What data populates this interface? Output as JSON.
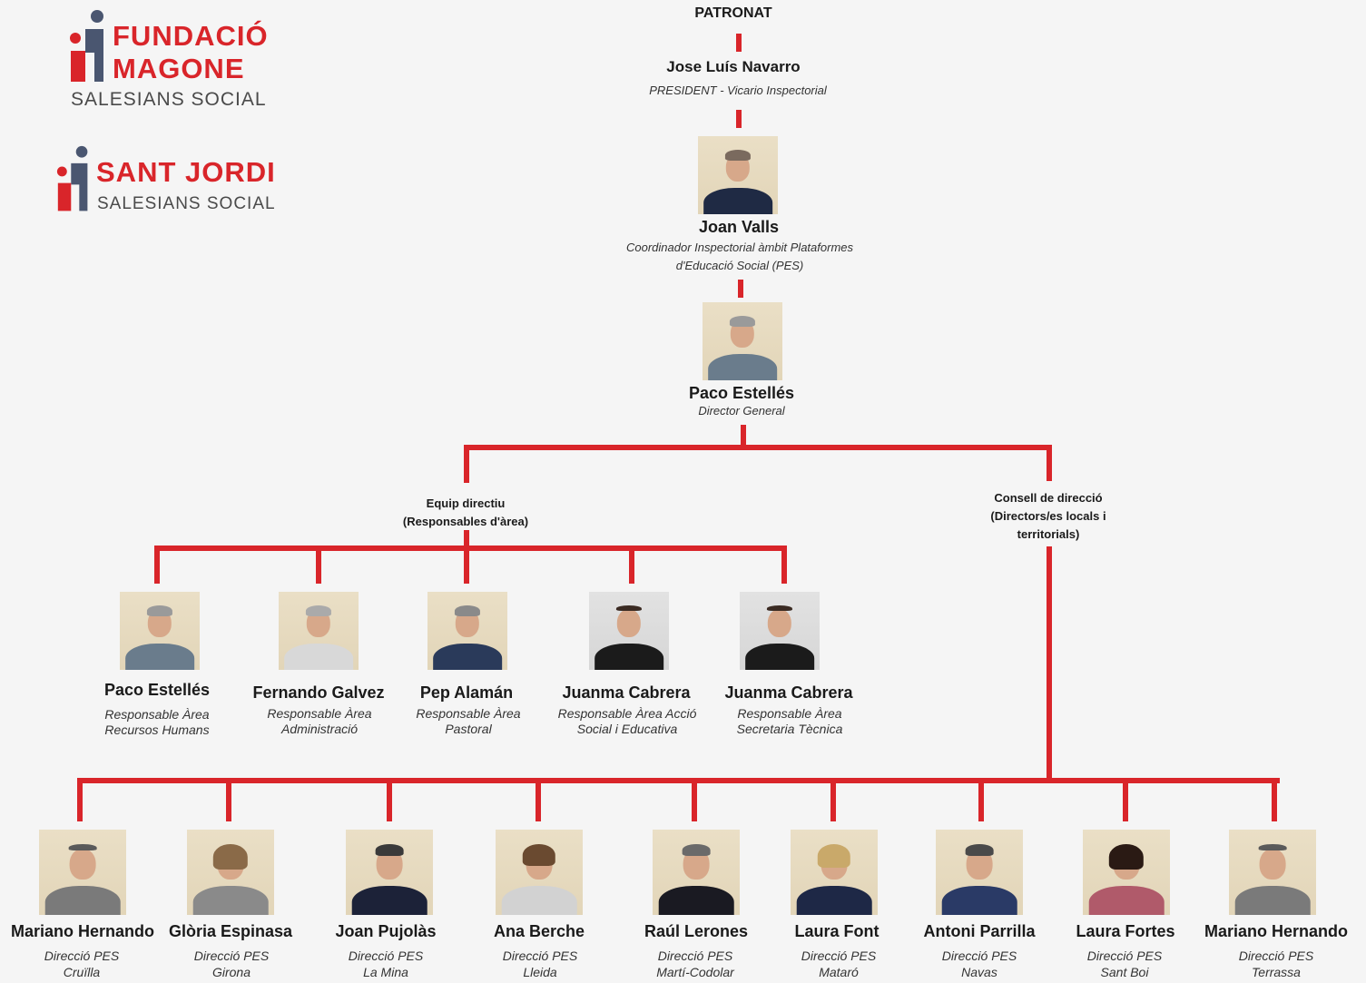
{
  "logos": {
    "fundacio": {
      "line1": "FUNDACIÓ",
      "line2": "MAGONE",
      "sub": "SALESIANS SOCIAL"
    },
    "santjordi": {
      "line1": "SANT JORDI",
      "sub": "SALESIANS SOCIAL"
    }
  },
  "patronat": {
    "heading": "PATRONAT",
    "name": "Jose Luís Navarro",
    "role": "PRESIDENT - Vicario Inspectorial"
  },
  "coordinator": {
    "name": "Joan Valls",
    "role_line1": "Coordinador Inspectorial àmbit Plataformes",
    "role_line2": "d'Educació Social (PES)",
    "photo_icon": "person-photo"
  },
  "director": {
    "name": "Paco Estellés",
    "role": "Director General",
    "photo_icon": "person-photo"
  },
  "groups": {
    "equip": {
      "line1": "Equip directiu",
      "line2": "(Responsables d'àrea)"
    },
    "consell": {
      "line1": "Consell de direcció",
      "line2": "(Directors/es locals i",
      "line3": "territorials)"
    }
  },
  "areas": [
    {
      "name": "Paco Estellés",
      "role1": "Responsable Àrea",
      "role2": "Recursos Humans"
    },
    {
      "name": "Fernando Galvez",
      "role1": "Responsable Àrea",
      "role2": "Administració"
    },
    {
      "name": "Pep Alamán",
      "role1": "Responsable Àrea",
      "role2": "Pastoral"
    },
    {
      "name": "Juanma Cabrera",
      "role1": "Responsable Àrea Acció",
      "role2": "Social i Educativa"
    },
    {
      "name": "Juanma Cabrera",
      "role1": "Responsable Àrea",
      "role2": "Secretaria Tècnica"
    }
  ],
  "locals": [
    {
      "name": "Mariano Hernando",
      "role1": "Direcció PES",
      "role2": "Cruïlla"
    },
    {
      "name": "Glòria Espinasa",
      "role1": "Direcció PES",
      "role2": "Girona"
    },
    {
      "name": "Joan Pujolàs",
      "role1": "Direcció PES",
      "role2": "La Mina"
    },
    {
      "name": "Ana Berche",
      "role1": "Direcció PES",
      "role2": "Lleida"
    },
    {
      "name": "Raúl Lerones",
      "role1": "Direcció PES",
      "role2": "Martí-Codolar"
    },
    {
      "name": "Laura Font",
      "role1": "Direcció PES",
      "role2": "Mataró"
    },
    {
      "name": "Antoni Parrilla",
      "role1": "Direcció PES",
      "role2": "Navas"
    },
    {
      "name": "Laura Fortes",
      "role1": "Direcció PES",
      "role2": "Sant Boi"
    },
    {
      "name": "Mariano Hernando",
      "role1": "Direcció PES",
      "role2": "Terrassa"
    }
  ],
  "colors": {
    "accent": "#d9252a",
    "logo_grey": "#4a4a4a",
    "background": "#f5f5f5"
  }
}
